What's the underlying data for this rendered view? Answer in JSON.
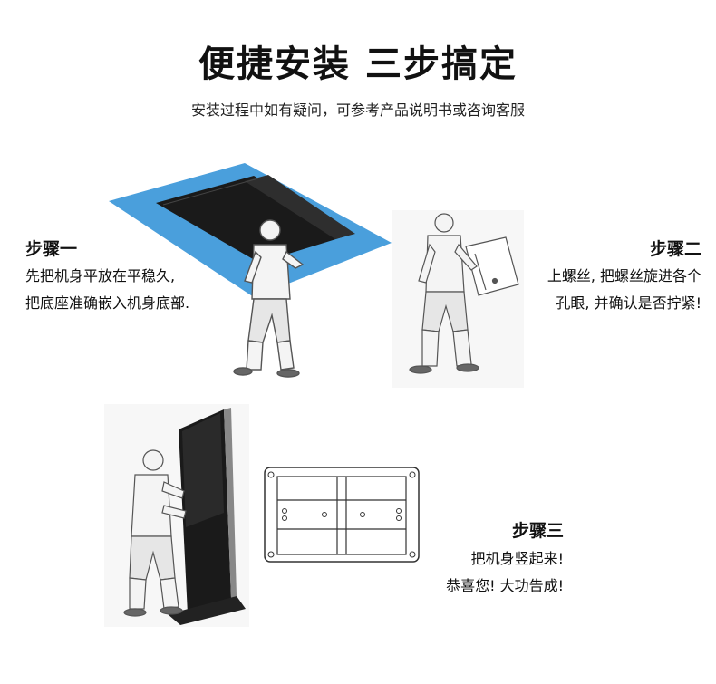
{
  "header": {
    "title": "便捷安装 三步搞定",
    "subtitle": "安装过程中如有疑问，可参考产品说明书或咨询客服"
  },
  "steps": [
    {
      "heading": "步骤一",
      "lines": [
        "先把机身平放在平稳久,",
        "把底座准确嵌入机身底部."
      ]
    },
    {
      "heading": "步骤二",
      "lines": [
        "上螺丝, 把螺丝旋进各个",
        "孔眼, 并确认是否拧紧!"
      ]
    },
    {
      "heading": "步骤三",
      "lines": [
        "把机身竖起来!",
        "恭喜您! 大功告成!"
      ]
    }
  ],
  "colors": {
    "mat_blue": "#4a9fdc",
    "screen_black": "#1a1a1a",
    "sketch_line": "#555555"
  }
}
